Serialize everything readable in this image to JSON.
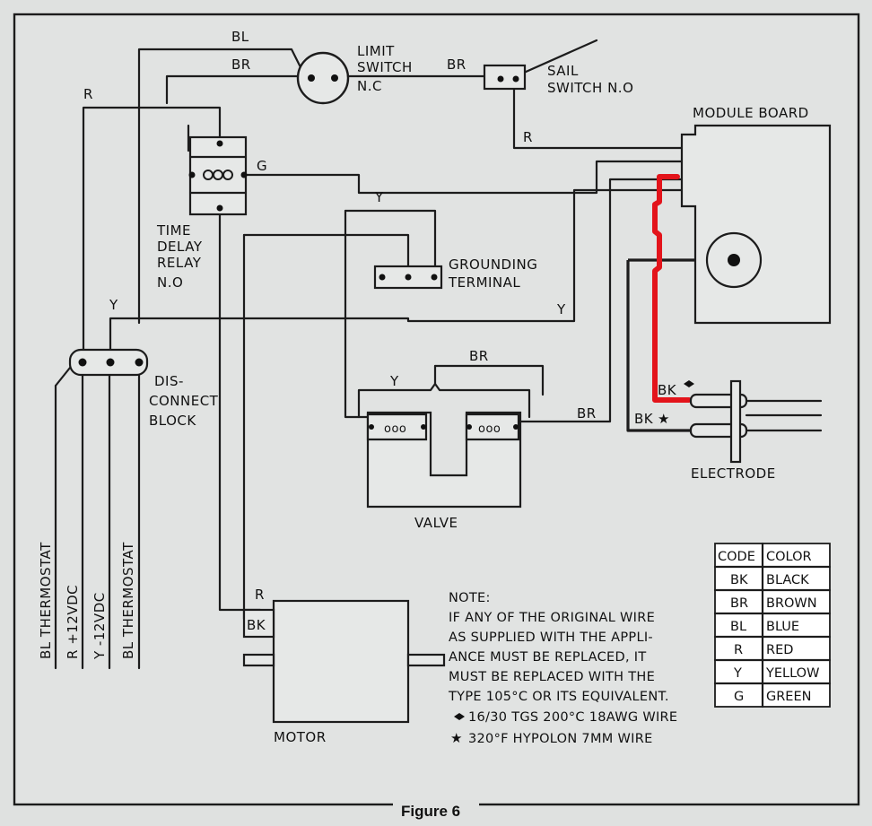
{
  "components": {
    "limit_switch": [
      "LIMIT",
      "SWITCH",
      "N.C"
    ],
    "sail_switch": [
      "SAIL",
      "SWITCH  N.O"
    ],
    "module_board": "MODULE BOARD",
    "time_delay_relay": [
      "TIME",
      "DELAY",
      "RELAY",
      "N.O"
    ],
    "grounding_terminal": [
      "GROUNDING",
      "TERMINAL"
    ],
    "disconnect_block": [
      "DIS-",
      "CONNECT",
      "BLOCK"
    ],
    "valve": "VALVE",
    "electrode": "ELECTRODE",
    "motor": "MOTOR"
  },
  "wire_labels": {
    "bl_top": "BL",
    "br_top": "BR",
    "br_sail": "BR",
    "r_sail": "R",
    "r_left": "R",
    "g_relay": "G",
    "y_ground": "Y",
    "y_left": "Y",
    "y_main": "Y",
    "y_valve": "Y",
    "br_valve_top": "BR",
    "br_valve_right": "BR",
    "bk_diamond": "BK",
    "bk_star": "BK",
    "motor_r": "R",
    "motor_bk": "BK"
  },
  "thermostat_wires": [
    "BL THERMOSTAT",
    "R +12VDC",
    "Y -12VDC",
    "BL THERMOSTAT"
  ],
  "note": {
    "lines": [
      "NOTE:",
      "IF ANY OF THE ORIGINAL WIRE",
      "AS SUPPLIED WITH THE APPLI-",
      "ANCE MUST BE REPLACED, IT",
      "MUST BE REPLACED WITH THE",
      "TYPE 105°C OR ITS EQUIVALENT."
    ],
    "diamond_spec": "16/30 TGS 200°C 18AWG WIRE",
    "star_spec": "320°F HYPOLON 7MM WIRE"
  },
  "color_code": {
    "headers": [
      "CODE",
      "COLOR"
    ],
    "rows": [
      [
        "BK",
        "BLACK"
      ],
      [
        "BR",
        "BROWN"
      ],
      [
        "BL",
        "BLUE"
      ],
      [
        "R",
        "RED"
      ],
      [
        "Y",
        "YELLOW"
      ],
      [
        "G",
        "GREEN"
      ]
    ]
  },
  "caption": "Figure 6",
  "colors": {
    "highlight": "#e3141b",
    "wire": "#1c1c1c",
    "background": "#dfe1e0"
  }
}
